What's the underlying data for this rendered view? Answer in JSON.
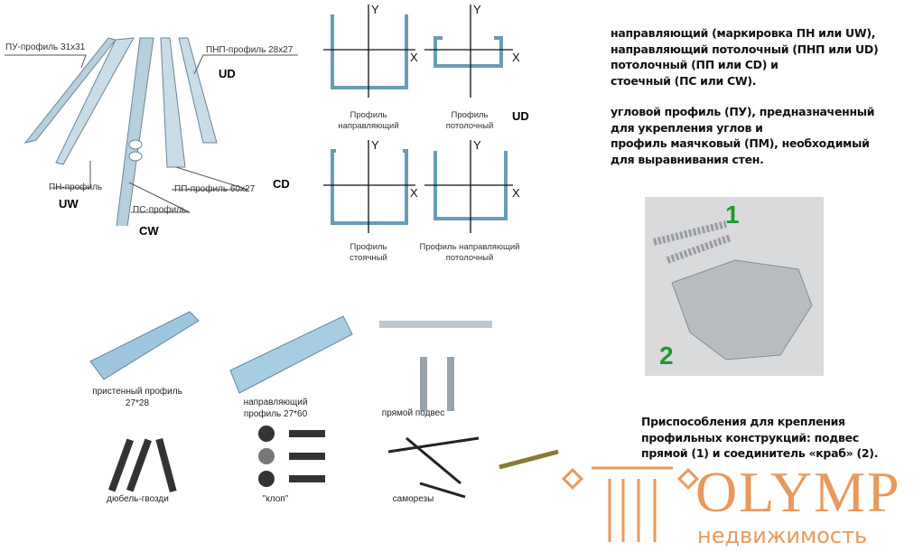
{
  "profiles_figure": {
    "labels": [
      "ПУ-профиль 31x31",
      "ПНП-профиль 28x27",
      "ПН-профиль",
      "ПС-профиль",
      "ПП-профиль 60x27"
    ],
    "codes": {
      "pnp": "UD",
      "pn": "UW",
      "ps": "CW",
      "pp": "CD"
    }
  },
  "sections_figure": {
    "axis_x": "X",
    "axis_y": "Y",
    "panels": [
      {
        "line1": "Профиль",
        "line2": "направляющий"
      },
      {
        "line1": "Профиль",
        "line2": "потолочный"
      },
      {
        "line1": "Профиль",
        "line2": "стоячный"
      },
      {
        "line1": "Профиль направляющий",
        "line2": "потолочный"
      }
    ],
    "code": "UD"
  },
  "description": {
    "lines1": [
      "направляющий (маркировка ПН или UW),",
      "направляющий потолочный (ПНП или UD)",
      "потолочный (ПП или CD) и",
      "стоечный (ПС или CW)."
    ],
    "lines2": [
      "угловой профиль (ПУ), предназначенный",
      "для укрепления углов и",
      " профиль маячковый (ПМ), необходимый",
      "для выравнивания стен."
    ]
  },
  "photo": {
    "marker1": "1",
    "marker2": "2"
  },
  "products": {
    "wall_profile": {
      "line1": "пристенный профиль",
      "line2": "27*28"
    },
    "guide_profile": {
      "line1": "направляющий",
      "line2": "профиль 27*60"
    },
    "hanger": "прямой подвес",
    "dowels": "дюбель-гвозди",
    "bugs": "\"клоп\"",
    "screws": "саморезы"
  },
  "caption": [
    "Приспособления для крепления",
    "профильных конструкций: подвес",
    "прямой (1) и соединитель «краб» (2)."
  ],
  "watermark": {
    "brand": "OLYMP",
    "sub": "недвижимость"
  },
  "colors": {
    "steel": "#9cc4d8",
    "green": "#1f9a2e",
    "logo": "#e89a5e"
  }
}
